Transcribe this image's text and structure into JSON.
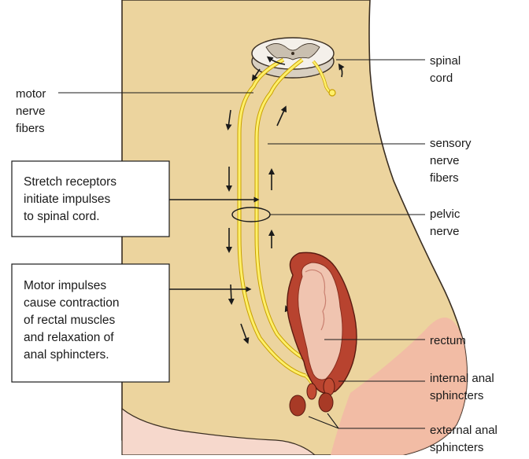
{
  "labels": {
    "spinal_cord": [
      "spinal",
      "cord"
    ],
    "motor_nerve_fibers": [
      "motor",
      "nerve",
      "fibers"
    ],
    "sensory_nerve_fibers": [
      "sensory",
      "nerve",
      "fibers"
    ],
    "pelvic_nerve": [
      "pelvic",
      "nerve"
    ],
    "rectum": [
      "rectum"
    ],
    "internal_anal_sphincters": [
      "internal anal",
      "sphincters"
    ],
    "external_anal_sphincters": [
      "external anal",
      "sphincters"
    ]
  },
  "callouts": {
    "stretch_receptors": [
      "Stretch receptors",
      "initiate impulses",
      "to spinal cord."
    ],
    "motor_impulses": [
      "Motor impulses",
      "cause contraction",
      "of rectal muscles",
      "and relaxation of",
      "anal sphincters."
    ]
  },
  "colors": {
    "body_fill": "#ecd49e",
    "body_outline": "#3a2e22",
    "skin_pink": "#f3b7a6",
    "nerve_yellow": "#fff06a",
    "nerve_outline": "#c9a000",
    "rectum_red": "#b8432f",
    "rectum_inner": "#f0c4b0",
    "spinal_white": "#f4f0ea",
    "spinal_grey": "#c9bfb0"
  }
}
